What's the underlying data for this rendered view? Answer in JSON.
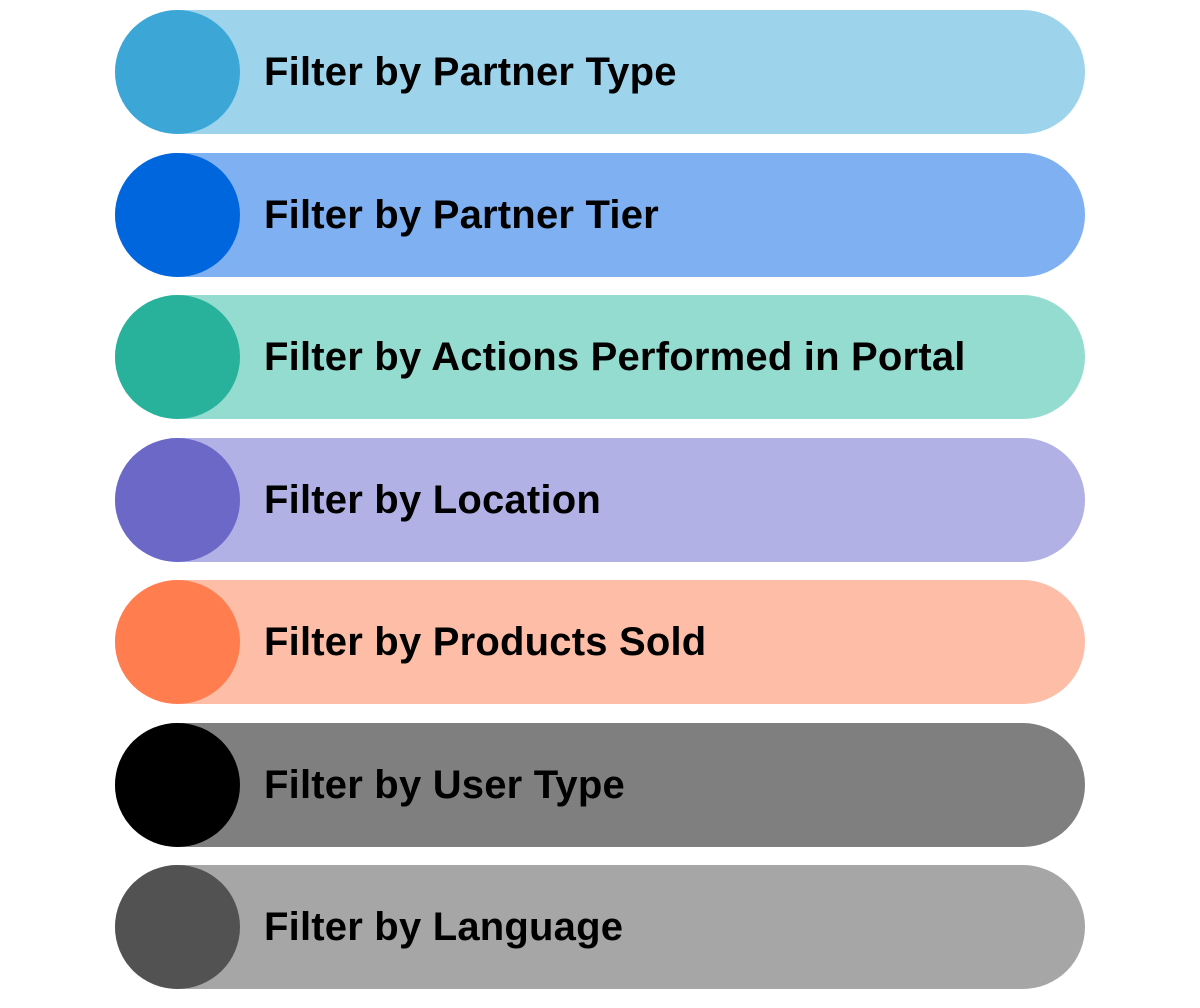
{
  "filters": [
    {
      "label": "Filter by Partner Type",
      "pill_color": "#9dd4ec",
      "dot_color": "#3ca7d6"
    },
    {
      "label": "Filter by Partner Tier",
      "pill_color": "#7eb0f2",
      "dot_color": "#0066dd"
    },
    {
      "label": "Filter by Actions Performed in Portal",
      "pill_color": "#95dcd0",
      "dot_color": "#29b29b"
    },
    {
      "label": "Filter by Location",
      "pill_color": "#b2b1e6",
      "dot_color": "#6b68c8"
    },
    {
      "label": "Filter by Products Sold",
      "pill_color": "#febda7",
      "dot_color": "#ff7d4f"
    },
    {
      "label": "Filter by User Type",
      "pill_color": "#7f7f7f",
      "dot_color": "#000000"
    },
    {
      "label": "Filter by Language",
      "pill_color": "#a6a6a6",
      "dot_color": "#525252"
    }
  ]
}
